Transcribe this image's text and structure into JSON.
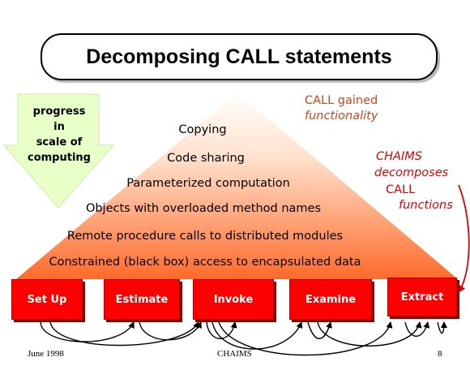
{
  "title": "Decomposing CALL statements",
  "progress_label": [
    "progress",
    "in",
    "scale of",
    "computing"
  ],
  "gained_label": {
    "line1": "CALL gained",
    "line2": "functionality"
  },
  "decomposes_label": {
    "line1": "CHAIMS",
    "line2": "decomposes",
    "line3": "CALL",
    "line4": "functions"
  },
  "levels": [
    "Copying",
    "Code sharing",
    "Parameterized computation",
    "Objects with overloaded method names",
    "Remote procedure calls to distributed modules",
    "Constrained  (black box)  access to encapsulated data"
  ],
  "primitives": [
    "Set Up",
    "Estimate",
    "Invoke",
    "Examine",
    "Extract"
  ],
  "footer": {
    "date": "June 1998",
    "center": "CHAIMS",
    "page": "8"
  },
  "colors": {
    "pyramid_top": "#ffffff",
    "pyramid_bottom": "#ff6a2a",
    "box_fill": "#ff0000",
    "arrow_fill": "#e8ffc8",
    "decomposes_text": "#e00000",
    "gained_text": "#d2421c"
  }
}
